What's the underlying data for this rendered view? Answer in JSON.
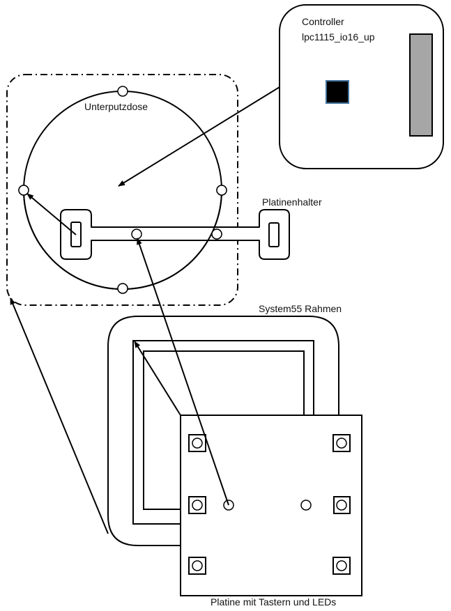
{
  "diagram": {
    "title": "Unterputzdose assembly diagram",
    "colors": {
      "stroke": "#000000",
      "background": "#ffffff",
      "chip_fill": "#000000",
      "chip_border": "#41719c",
      "connector_fill": "#a6a6a6"
    },
    "labels": {
      "controller_line1": "Controller",
      "controller_line2": "lpc1115_io16_up",
      "flush_box": "Unterputzdose",
      "pcb_holder": "Platinenhalter",
      "frame": "System55 Rahmen",
      "pcb": "Platine mit Tastern und LEDs"
    },
    "components": [
      {
        "id": "controller",
        "label": "Controller lpc1115_io16_up",
        "parts": [
          "chip",
          "pin-header"
        ]
      },
      {
        "id": "flush-box",
        "label": "Unterputzdose",
        "screw_holes": 4
      },
      {
        "id": "pcb-holder",
        "label": "Platinenhalter",
        "mounting_holes": 2
      },
      {
        "id": "frame",
        "label": "System55 Rahmen"
      },
      {
        "id": "pcb",
        "label": "Platine mit Tastern und LEDs",
        "buttons": 6,
        "leds": 2
      }
    ],
    "arrows": [
      {
        "from": "controller",
        "to": "flush-box-center"
      },
      {
        "from": "pcb-holder-left-slot",
        "to": "flush-box-left-screw-hole"
      },
      {
        "from": "pcb-led-left",
        "to": "pcb-holder-hole"
      },
      {
        "from": "pcb",
        "to": "frame-inner-corner"
      },
      {
        "from": "frame",
        "to": "flush-box-mount-area"
      }
    ]
  }
}
